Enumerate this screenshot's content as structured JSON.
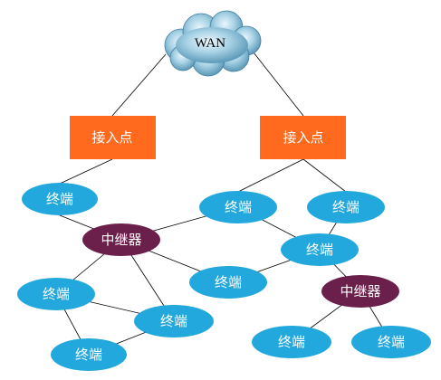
{
  "wan": {
    "label": "WAN"
  },
  "access_points": [
    {
      "label": "接入点"
    },
    {
      "label": "接入点"
    }
  ],
  "repeaters": [
    {
      "label": "中继器"
    },
    {
      "label": "中继器"
    }
  ],
  "terminals": [
    {
      "label": "终端"
    },
    {
      "label": "终端"
    },
    {
      "label": "终端"
    },
    {
      "label": "终端"
    },
    {
      "label": "终端"
    },
    {
      "label": "终端"
    },
    {
      "label": "终端"
    },
    {
      "label": "终端"
    },
    {
      "label": "终端"
    },
    {
      "label": "终端"
    }
  ],
  "colors": {
    "access_point_fill": "#ff6a1f",
    "terminal_fill": "#22a8dc",
    "repeater_fill": "#6b1f4b",
    "cloud_fill": "#8ec3dc",
    "line": "#000000"
  }
}
